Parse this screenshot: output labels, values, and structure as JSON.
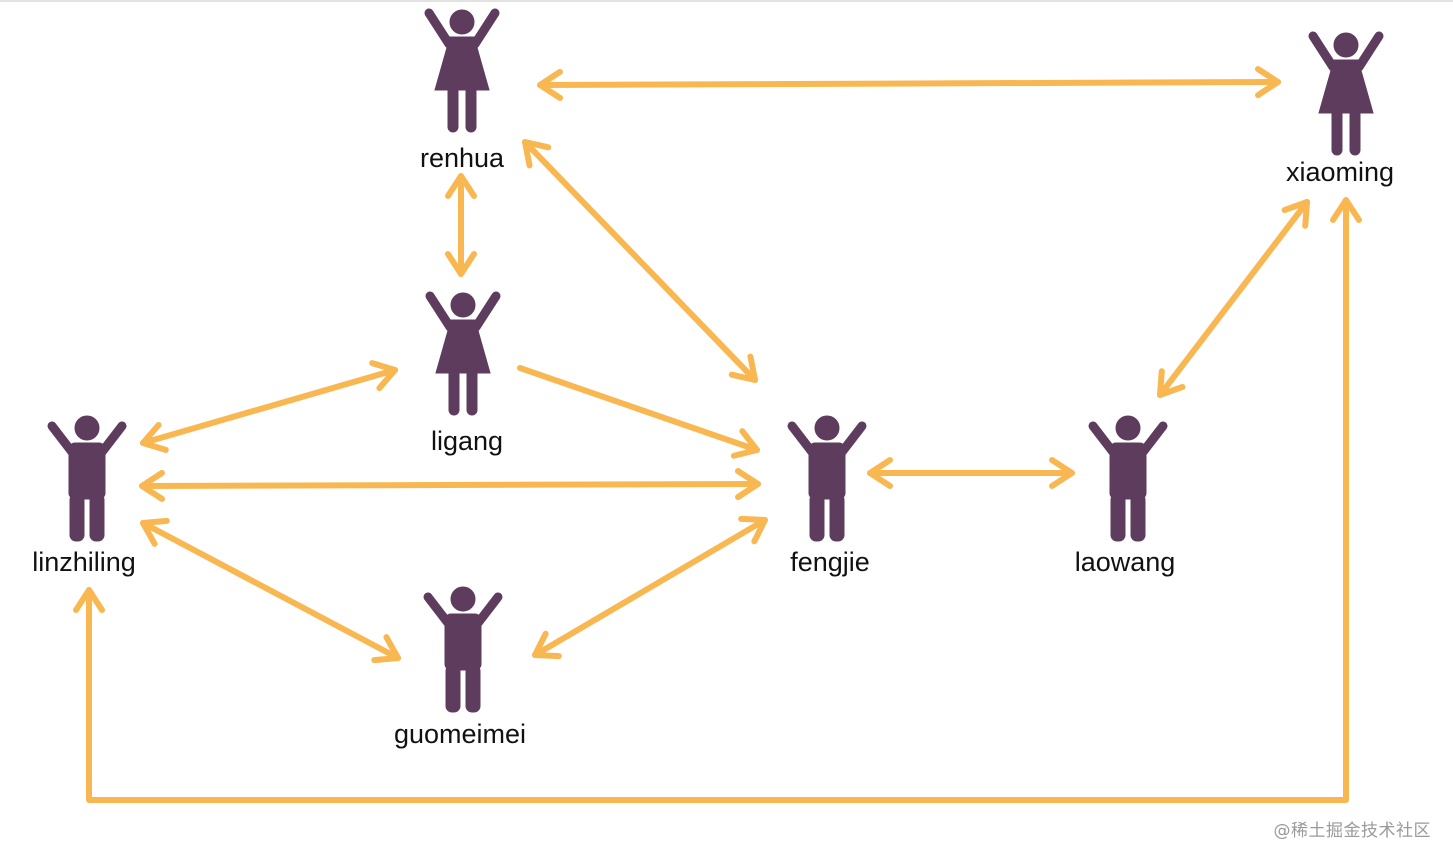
{
  "diagram": {
    "colors": {
      "edge": "#F9B752",
      "person": "#5E3C5E",
      "label": "#111111"
    },
    "nodes": [
      {
        "id": "renhua",
        "label": "renhua",
        "icon": "person-female-icon"
      },
      {
        "id": "xiaoming",
        "label": "xiaoming",
        "icon": "person-female-icon"
      },
      {
        "id": "ligang",
        "label": "ligang",
        "icon": "person-female-icon"
      },
      {
        "id": "linzhiling",
        "label": "linzhiling",
        "icon": "person-male-icon"
      },
      {
        "id": "fengjie",
        "label": "fengjie",
        "icon": "person-male-icon"
      },
      {
        "id": "laowang",
        "label": "laowang",
        "icon": "person-male-icon"
      },
      {
        "id": "guomeimei",
        "label": "guomeimei",
        "icon": "person-male-icon"
      }
    ],
    "edges": [
      {
        "from": "renhua",
        "to": "xiaoming",
        "direction": "both"
      },
      {
        "from": "renhua",
        "to": "ligang",
        "direction": "both"
      },
      {
        "from": "renhua",
        "to": "fengjie",
        "direction": "both"
      },
      {
        "from": "ligang",
        "to": "linzhiling",
        "direction": "both"
      },
      {
        "from": "ligang",
        "to": "fengjie",
        "direction": "forward"
      },
      {
        "from": "linzhiling",
        "to": "fengjie",
        "direction": "both"
      },
      {
        "from": "linzhiling",
        "to": "guomeimei",
        "direction": "both"
      },
      {
        "from": "guomeimei",
        "to": "fengjie",
        "direction": "both"
      },
      {
        "from": "fengjie",
        "to": "laowang",
        "direction": "both"
      },
      {
        "from": "laowang",
        "to": "xiaoming",
        "direction": "both"
      },
      {
        "from": "xiaoming",
        "to": "linzhiling",
        "direction": "both",
        "routing": "bottom-loop"
      }
    ]
  },
  "watermark": "@稀土掘金技术社区"
}
